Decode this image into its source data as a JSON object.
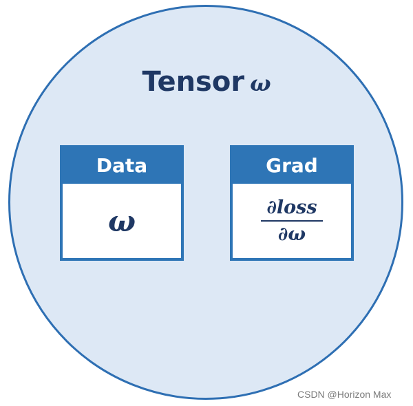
{
  "tensor": {
    "title": "Tensor",
    "title_symbol": "ω"
  },
  "data_box": {
    "label": "Data",
    "value": "ω"
  },
  "grad_box": {
    "label": "Grad",
    "numerator": "∂loss",
    "denominator": "∂ω"
  },
  "watermark": "CSDN @Horizon Max",
  "colors": {
    "circle_fill": "#dde8f5",
    "circle_border": "#2e6fb3",
    "header_fill": "#2e75b6",
    "text_dark": "#1f3864"
  }
}
